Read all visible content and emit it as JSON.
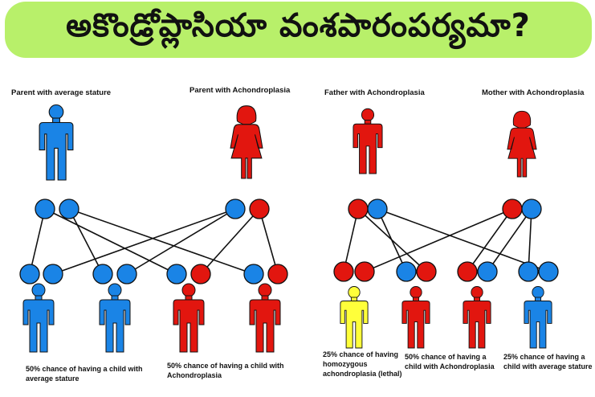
{
  "title": "అకొండ్రోప్లాసియా వంశపారంపర్యమా?",
  "colors": {
    "banner": "#b8f06a",
    "normal_allele": "#1a84e6",
    "achondroplasia_allele": "#e2160f",
    "lethal": "#ffff3a",
    "line": "#111111"
  },
  "left_panel": {
    "parent_a_label": "Parent with average stature",
    "parent_b_label": "Parent with Achondroplasia",
    "caption_average": "50% chance of having a child with average stature",
    "caption_achondroplasia": "50% chance of having a child with Achondroplasia"
  },
  "right_panel": {
    "father_label": "Father with Achondroplasia",
    "mother_label": "Mother with Achondroplasia",
    "caption_lethal": "25% chance of having homozygous achondroplasia (lethal)",
    "caption_achondroplasia": "50% chance of having a child with Achondroplasia",
    "caption_average": "25% chance of having a child with average stature"
  },
  "figures": [
    {
      "icon": "male-figure",
      "color": "blue"
    },
    {
      "icon": "female-figure",
      "color": "red"
    },
    {
      "icon": "male-figure",
      "color": "blue"
    },
    {
      "icon": "male-figure",
      "color": "blue"
    },
    {
      "icon": "male-figure",
      "color": "red"
    },
    {
      "icon": "male-figure",
      "color": "red"
    },
    {
      "icon": "male-figure",
      "color": "red"
    },
    {
      "icon": "female-figure",
      "color": "red"
    },
    {
      "icon": "male-figure",
      "color": "yellow"
    },
    {
      "icon": "male-figure",
      "color": "red"
    },
    {
      "icon": "male-figure",
      "color": "red"
    },
    {
      "icon": "male-figure",
      "color": "blue"
    }
  ]
}
